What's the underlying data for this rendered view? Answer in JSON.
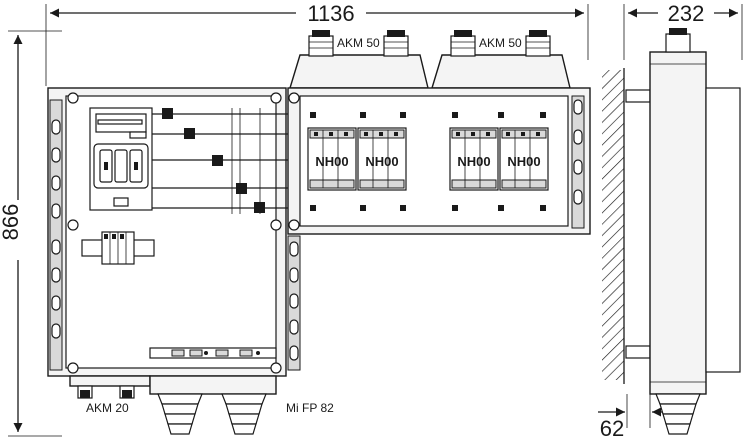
{
  "dimensions": {
    "total_width": "1136",
    "side_depth": "232",
    "height": "866",
    "wall_offset": "62"
  },
  "labels": {
    "gland_top_left": "AKM 50",
    "gland_top_right": "AKM 50",
    "gland_bottom_left": "AKM 20",
    "gland_bottom_right": "Mi FP 82"
  },
  "fuse_blocks": [
    "NH00",
    "NH00",
    "NH00",
    "NH00"
  ],
  "colors": {
    "line": "#1a1a1a",
    "panel": "#f4f4f4"
  }
}
